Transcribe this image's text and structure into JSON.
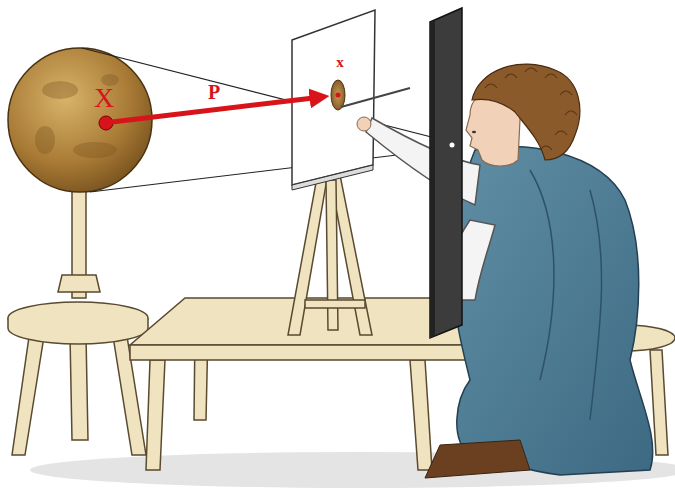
{
  "diagram": {
    "labels": [
      "X",
      "P",
      "x"
    ]
  }
}
